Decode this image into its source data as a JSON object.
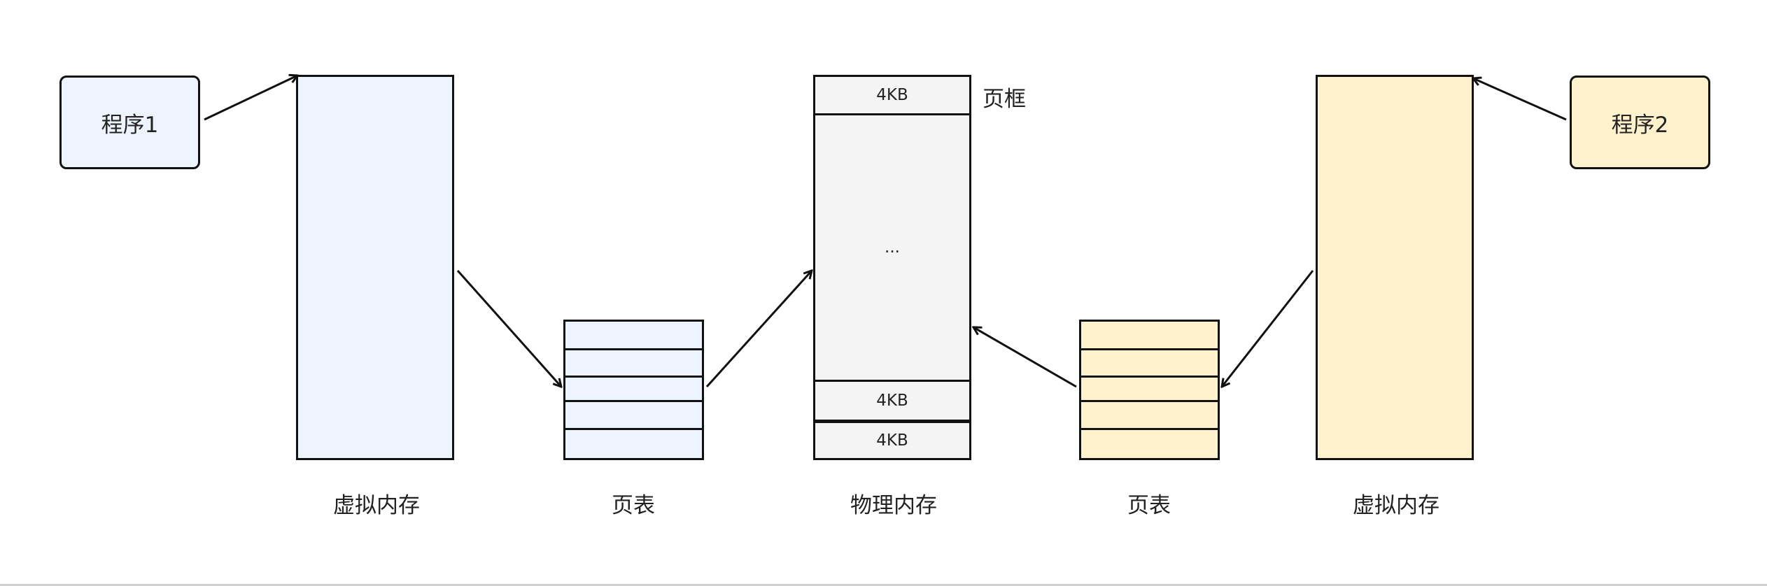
{
  "program1": {
    "label": "程序1",
    "color": "#eef4fd"
  },
  "program2": {
    "label": "程序2",
    "color": "#fff2cc"
  },
  "virtual_memory_left": {
    "label": "虚拟内存"
  },
  "page_table_left": {
    "label": "页表",
    "rows": 5
  },
  "physical_memory": {
    "label": "物理内存",
    "frame_top": "4KB",
    "middle": "...",
    "frame_lower1": "4KB",
    "frame_lower2": "4KB",
    "frame_label": "页框"
  },
  "page_table_right": {
    "label": "页表",
    "rows": 5
  },
  "virtual_memory_right": {
    "label": "虚拟内存"
  }
}
